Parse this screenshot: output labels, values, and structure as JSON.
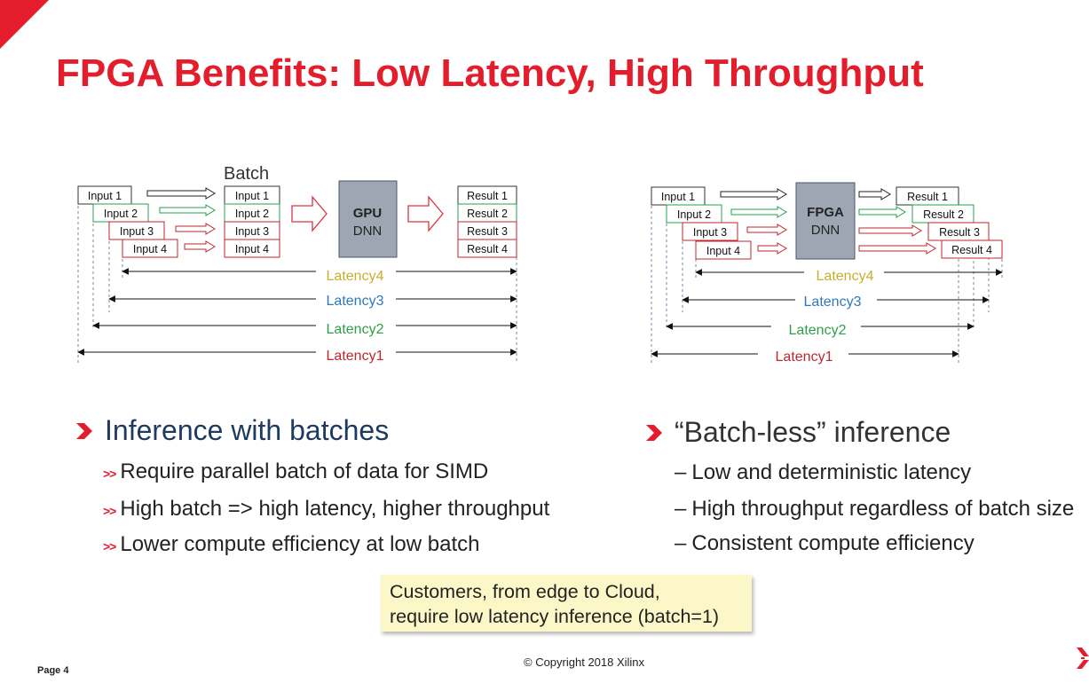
{
  "slide": {
    "title": "FPGA Benefits: Low Latency, High Throughput",
    "page_label": "Page 4",
    "copyright": "© Copyright 2018 Xilinx"
  },
  "colors": {
    "brand_red": "#e31d2b",
    "input1": "#222222",
    "input2": "#1fa24a",
    "input3": "#c0262d",
    "input4": "#c0262d",
    "latency4": "#c9ae2c",
    "latency3": "#2e79bd",
    "latency2": "#2f9f45",
    "latency1": "#c0262d",
    "block_fill": "#9ea6b4"
  },
  "gpu_diagram": {
    "batch_label": "Batch",
    "inputs": [
      "Input 1",
      "Input 2",
      "Input 3",
      "Input 4"
    ],
    "batch_items": [
      "Input 1",
      "Input 2",
      "Input 3",
      "Input 4"
    ],
    "processor": {
      "name": "GPU",
      "sub": "DNN"
    },
    "results": [
      "Result 1",
      "Result 2",
      "Result 3",
      "Result 4"
    ],
    "latencies": [
      "Latency4",
      "Latency3",
      "Latency2",
      "Latency1"
    ]
  },
  "fpga_diagram": {
    "inputs": [
      "Input 1",
      "Input 2",
      "Input 3",
      "Input 4"
    ],
    "processor": {
      "name": "FPGA",
      "sub": "DNN"
    },
    "results": [
      "Result 1",
      "Result 2",
      "Result 3",
      "Result 4"
    ],
    "latencies": [
      "Latency4",
      "Latency3",
      "Latency2",
      "Latency1"
    ]
  },
  "left_column": {
    "heading": "Inference with batches",
    "bullet_mark": ">>",
    "items": [
      "Require parallel batch of data  for SIMD",
      "High batch => high latency, higher throughput",
      "Lower compute efficiency at low batch"
    ]
  },
  "right_column": {
    "heading": "“Batch-less” inference",
    "bullet_mark": "–",
    "items": [
      "Low and deterministic latency",
      "High throughput regardless of batch size",
      "Consistent compute efficiency"
    ]
  },
  "callout": {
    "line1": "Customers, from edge to Cloud,",
    "line2": "require low latency inference (batch=1)"
  }
}
